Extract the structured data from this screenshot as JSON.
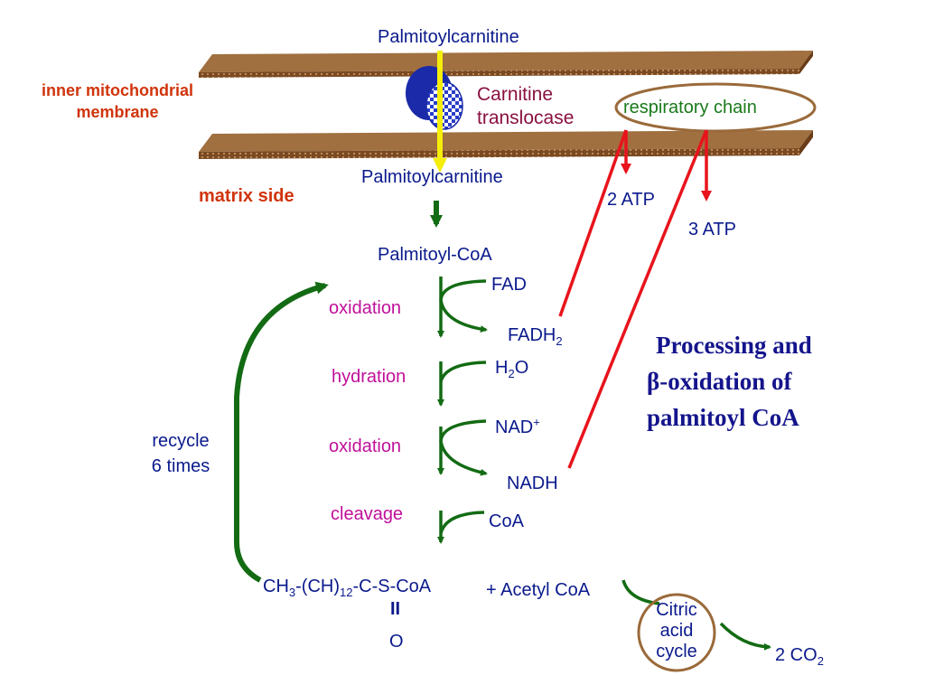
{
  "colors": {
    "membrane": "#7a4a22",
    "membrane_dots": "#c08a58",
    "green_arrow": "#136b13",
    "red_arrow": "#e8141c",
    "yellow_arrow": "#f5ee0a",
    "text_navy": "#0a1a8c",
    "text_magenta": "#c0109a",
    "circle_brown": "#9a6a3a"
  },
  "membrane": {
    "label_line1": "inner mitochondrial",
    "label_line2": "membrane",
    "matrix_label": "matrix side",
    "translocase_line1": "Carnitine",
    "translocase_line2": "translocase",
    "respiratory_chain": "respiratory chain"
  },
  "transport": {
    "top_label": "Palmitoylcarnitine",
    "bottom_label": "Palmitoylcarnitine",
    "product": "Palmitoyl-CoA"
  },
  "steps": [
    {
      "name": "oxidation",
      "cofactor_in": "FAD",
      "cofactor_out": "FADH",
      "cofactor_out_sub": "2"
    },
    {
      "name": "hydration",
      "cofactor_in_pre": "H",
      "cofactor_in_sub": "2",
      "cofactor_in_post": "O"
    },
    {
      "name": "oxidation",
      "cofactor_in": "NAD",
      "cofactor_in_sup": "+",
      "cofactor_out": "NADH"
    },
    {
      "name": "cleavage",
      "cofactor_in": "CoA"
    }
  ],
  "atp": {
    "fadh2_yield": "2 ATP",
    "nadh_yield": "3 ATP"
  },
  "recycle": {
    "line1": "recycle",
    "line2": "6 times"
  },
  "product": {
    "p1": "CH",
    "s1": "3",
    "p2": "-(CH)",
    "s2": "12",
    "p3": "-C-S-CoA",
    "double_bond": "II",
    "oxygen": "O",
    "acetyl": "+ Acetyl CoA"
  },
  "citric": {
    "line1": "Citric",
    "line2": "acid",
    "line3": "cycle",
    "co2_pre": "2 CO",
    "co2_sub": "2"
  },
  "title": {
    "line1": "Processing and",
    "line2_symbol": "β",
    "line2_rest": "-oxidation of",
    "line3": "palmitoyl CoA"
  }
}
